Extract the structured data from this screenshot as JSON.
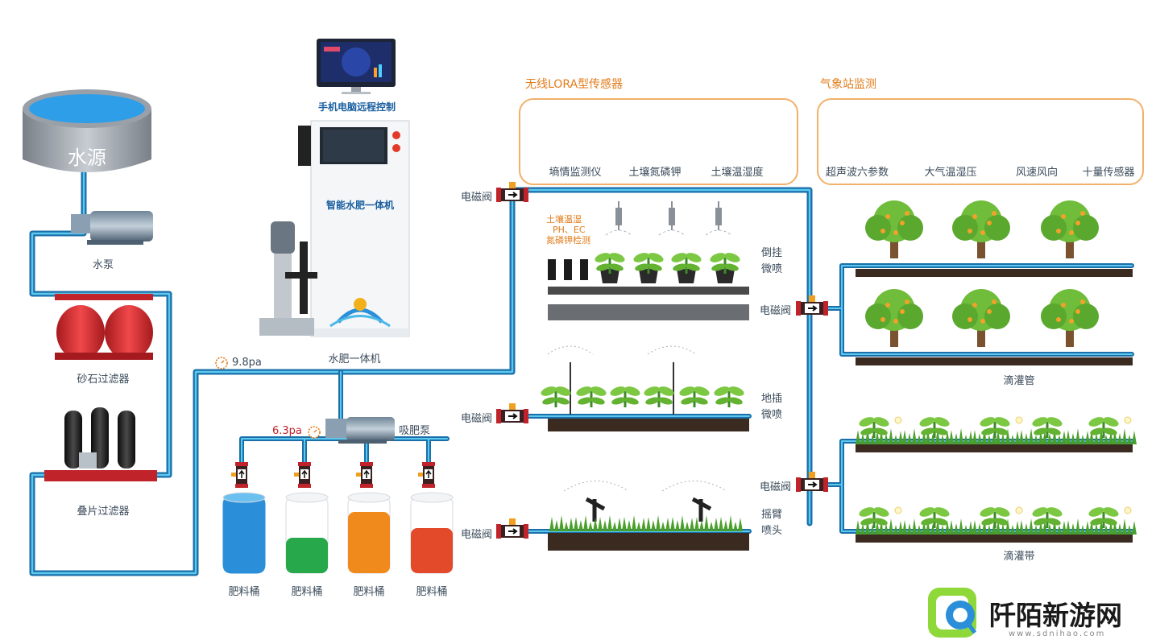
{
  "water_source": "水源",
  "pump": "水泵",
  "sand_filter": "砂石过滤器",
  "disc_filter": "叠片过滤器",
  "controller": {
    "remote_label": "手机电脑远程控制",
    "machine_panel": "智能水肥一体机",
    "machine_name": "水肥一体机"
  },
  "pressure_main": "9.8pa",
  "pressure_fert": "6.3pa",
  "suction_pump": "吸肥泵",
  "fertilizer_buckets": [
    {
      "label": "肥料桶",
      "color": "#2a8fd8"
    },
    {
      "label": "肥料桶",
      "color": "#27a84a"
    },
    {
      "label": "肥料桶",
      "color": "#f08a1c"
    },
    {
      "label": "肥料桶",
      "color": "#e24a2a"
    }
  ],
  "valve_label": "电磁阀",
  "sensors": {
    "title": "无线LORA型传感器",
    "items": [
      "墒情监测仪",
      "土壤氮磷钾",
      "土壤温湿度"
    ]
  },
  "weather": {
    "title": "气象站监测",
    "items": [
      "超声波六参数",
      "大气温湿压",
      "风速风向",
      "十量传感器"
    ]
  },
  "soil_sensor_note": [
    "土壤温湿",
    "PH、EC",
    "氮磷钾检测"
  ],
  "zones": {
    "hanging_spray": [
      "倒挂",
      "微喷"
    ],
    "ground_spray": [
      "地插",
      "微喷"
    ],
    "rocker_sprinkler": [
      "摇臂",
      "喷头"
    ]
  },
  "drip_pipe": "滴灌管",
  "drip_tape": "滴灌带",
  "watermark": {
    "name": "阡陌新游网",
    "url": "www.sdnihao.com"
  },
  "colors": {
    "pipe": "#1a6fa8",
    "pipe_light": "#5cc8f0",
    "accent": "#e27b1a",
    "valve": "#c0232a"
  }
}
